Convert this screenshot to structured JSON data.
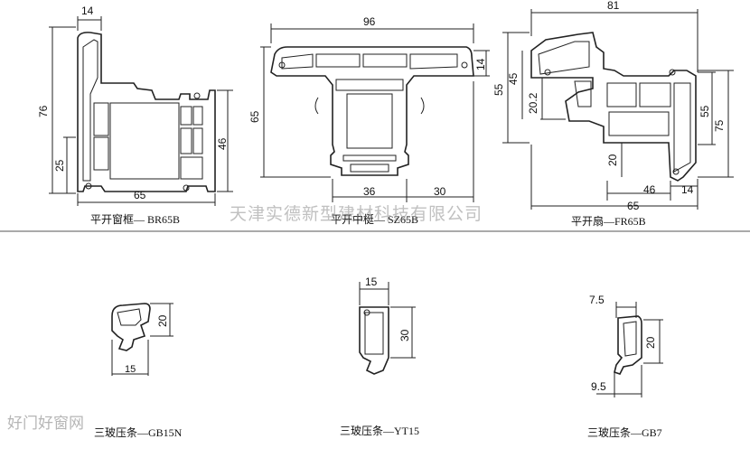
{
  "watermark_company": "天津实德新型建材科技有限公司",
  "watermark_site": "好门好窗网",
  "profiles": [
    {
      "caption": "平开窗框— BR65B",
      "dims": {
        "top": "14",
        "left": "76",
        "lower_left": "25",
        "right": "46",
        "bottom": "65"
      }
    },
    {
      "caption": "平开中梃— SZ65B",
      "dims": {
        "top": "96",
        "left": "65",
        "right": "14",
        "bottom_a": "36",
        "bottom_b": "30"
      }
    },
    {
      "caption": "平开扇—FR65B",
      "dims": {
        "top": "81",
        "left_a": "55",
        "left_b": "45",
        "inner": "20.2",
        "right_a": "75",
        "right_b": "55",
        "mid": "20",
        "bottom_a": "46",
        "bottom_b": "14",
        "bottom_c": "65"
      }
    },
    {
      "caption": "三玻压条—GB15N",
      "dims": {
        "height": "20",
        "width": "15"
      }
    },
    {
      "caption": "三玻压条—YT15",
      "dims": {
        "width": "15",
        "height": "30"
      }
    },
    {
      "caption": "三玻压条—GB7",
      "dims": {
        "top": "7.5",
        "height": "20",
        "bottom": "9.5"
      }
    }
  ]
}
